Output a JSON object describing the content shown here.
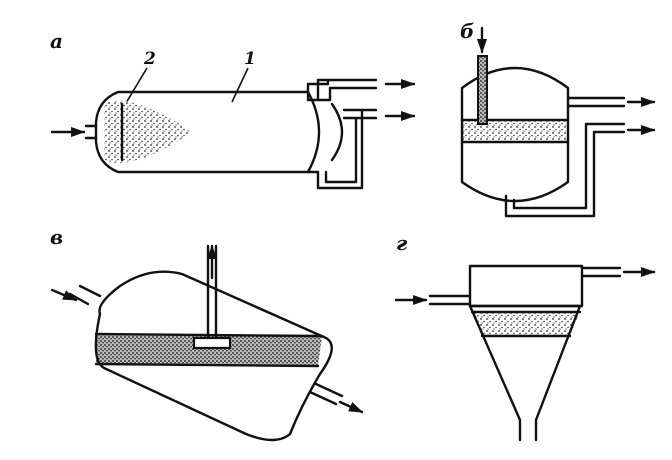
{
  "panels": {
    "a": {
      "letter": "а",
      "label_1": "1",
      "label_2": "2"
    },
    "b": {
      "letter": "б"
    },
    "v": {
      "letter": "в"
    },
    "g": {
      "letter": "г"
    }
  }
}
